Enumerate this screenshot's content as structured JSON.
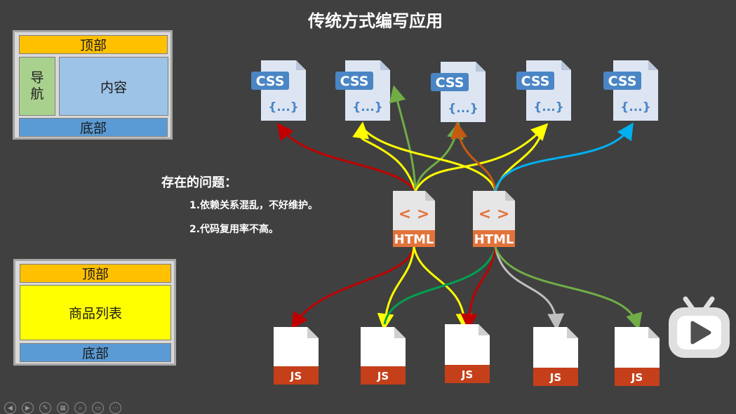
{
  "title": "传统方式编写应用",
  "layout_top": {
    "header": "顶部",
    "nav_chars": [
      "导",
      "航"
    ],
    "content": "内容",
    "footer": "底部"
  },
  "layout_bottom": {
    "header": "顶部",
    "product_list": "商品列表",
    "footer": "底部"
  },
  "problems": {
    "heading": "存在的问题：",
    "items": [
      "1.依赖关系混乱，不好维护。",
      "2.代码复用率不高。"
    ]
  },
  "file_icons": {
    "css_label": "CSS",
    "css_braces": "{...}",
    "html_label": "HTML",
    "html_symbol": "< >",
    "js_label": "JS"
  },
  "colors": {
    "background": "#404040",
    "header_yellow": "#ffc000",
    "nav_green": "#a9d18e",
    "content_blue": "#9dc3e6",
    "footer_blue": "#5b9bd5",
    "product_yellow": "#ffff00",
    "css_badge": "#4a86c5",
    "html_badge": "#e2733b",
    "js_badge": "#c5401a",
    "arrow_red": "#c00000",
    "arrow_yellow": "#ffff00",
    "arrow_green": "#70ad47",
    "arrow_orange": "#c55a11",
    "arrow_blue": "#00b0f0",
    "arrow_gray": "#bfbfbf",
    "arrow_dark_green": "#00a050"
  },
  "icons": {
    "toolbar": [
      "prev-icon",
      "next-icon",
      "pen-icon",
      "slides-icon",
      "zoom-icon",
      "subtitle-icon",
      "more-icon"
    ],
    "watermark": "play-icon"
  }
}
